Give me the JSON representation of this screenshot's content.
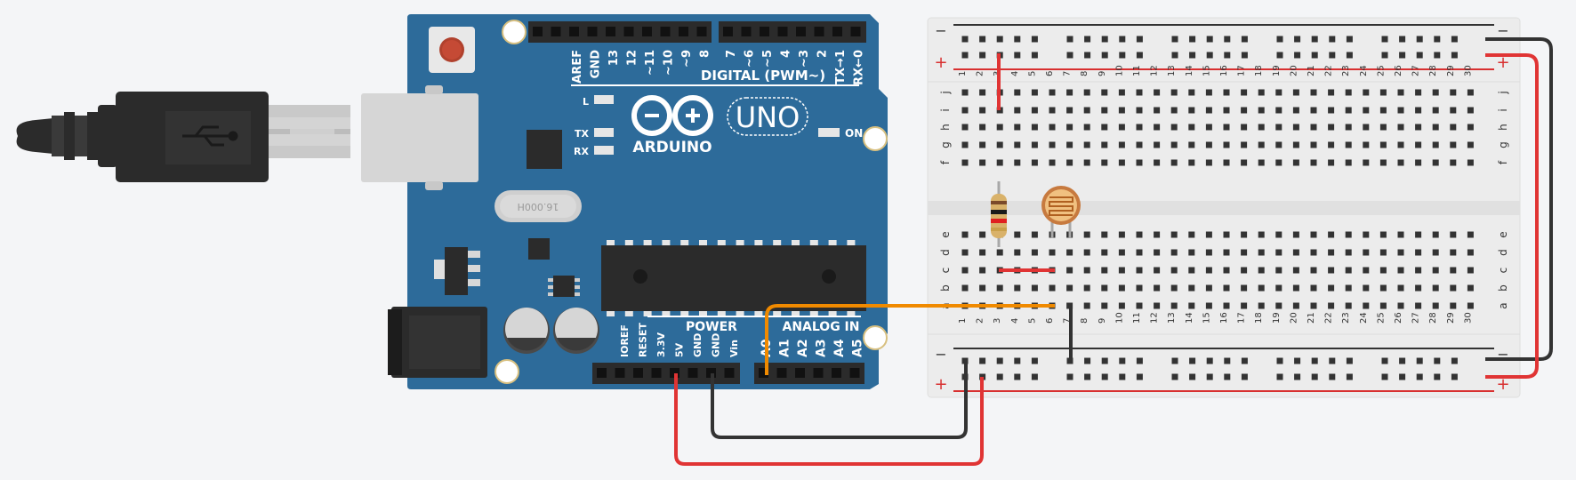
{
  "board": {
    "brand": "ARDUINO",
    "model": "UNO",
    "digital_header_label": "DIGITAL (PWM~)",
    "power_label": "POWER",
    "analog_label": "ANALOG IN",
    "on_label": "ON",
    "l_label": "L",
    "tx_label": "TX",
    "rx_label": "RX",
    "crystal_label": "16.000H",
    "digital_pins_left": [
      "AREF",
      "GND",
      "13",
      "12",
      "~11",
      "~10",
      "~9",
      "8"
    ],
    "digital_pins_right": [
      "7",
      "~6",
      "~5",
      "4",
      "~3",
      "2",
      "TX→1",
      "RX←0"
    ],
    "power_pins": [
      "IOREF",
      "RESET",
      "3.3V",
      "5V",
      "GND",
      "GND",
      "Vin"
    ],
    "analog_pins": [
      "A0",
      "A1",
      "A2",
      "A3",
      "A4",
      "A5"
    ],
    "colors": {
      "pcb": "#2d6b9a",
      "header": "#2b2b2b",
      "trace": "#ffffff"
    }
  },
  "breadboard": {
    "column_numbers": [
      "1",
      "2",
      "3",
      "4",
      "5",
      "6",
      "7",
      "8",
      "9",
      "10",
      "11",
      "12",
      "13",
      "14",
      "15",
      "16",
      "17",
      "18",
      "19",
      "20",
      "21",
      "22",
      "23",
      "24",
      "25",
      "26",
      "27",
      "28",
      "29",
      "30"
    ],
    "rows_top": [
      "j",
      "i",
      "h",
      "g",
      "f"
    ],
    "rows_bottom": [
      "e",
      "d",
      "c",
      "b",
      "a"
    ],
    "rail_minus": "−",
    "rail_plus": "+"
  },
  "components": {
    "resistor": "resistor",
    "photoresistor": "photoresistor",
    "usb_cable": "usb-cable"
  },
  "wires": {
    "colors": {
      "red": "#e03434",
      "black": "#333333",
      "orange": "#f08a00"
    }
  }
}
